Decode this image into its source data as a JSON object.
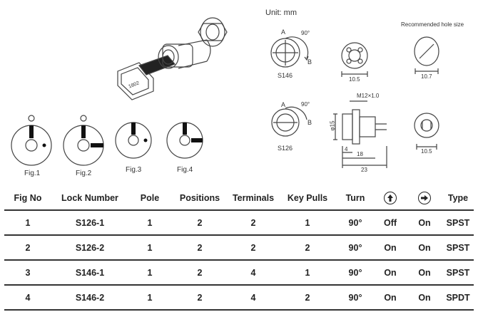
{
  "drawing": {
    "unit_label": "Unit:  mm",
    "recommended_hole_label": "Recommended hole size",
    "models": [
      "S146",
      "S126"
    ],
    "angle": "90°",
    "positions": [
      "A",
      "B"
    ],
    "dims": {
      "d10_5a": "10.5",
      "d10_7": "10.7",
      "thread": "M12×1.0",
      "d15": "φ15",
      "d4": "4",
      "d18": "18",
      "d23": "23",
      "d10_5b": "10.5"
    },
    "key_text": "1802"
  },
  "figures": [
    "Fig.1",
    "Fig.2",
    "Fig.3",
    "Fig.4"
  ],
  "table": {
    "headers": {
      "fig_no": "Fig No",
      "lock_number": "Lock Number",
      "pole": "Pole",
      "positions": "Positions",
      "terminals": "Terminals",
      "key_pulls": "Key Pulls",
      "turn": "Turn",
      "up_icon": "arrow-up-icon",
      "right_icon": "arrow-right-icon",
      "type": "Type"
    },
    "rows": [
      {
        "fig": "1",
        "lock": "S126-1",
        "pole": "1",
        "positions": "2",
        "terminals": "2",
        "key_pulls": "1",
        "turn": "90°",
        "up": "Off",
        "right": "On",
        "type": "SPST"
      },
      {
        "fig": "2",
        "lock": "S126-2",
        "pole": "1",
        "positions": "2",
        "terminals": "2",
        "key_pulls": "2",
        "turn": "90°",
        "up": "On",
        "right": "On",
        "type": "SPST"
      },
      {
        "fig": "3",
        "lock": "S146-1",
        "pole": "1",
        "positions": "2",
        "terminals": "4",
        "key_pulls": "1",
        "turn": "90°",
        "up": "On",
        "right": "On",
        "type": "SPST"
      },
      {
        "fig": "4",
        "lock": "S146-2",
        "pole": "1",
        "positions": "2",
        "terminals": "4",
        "key_pulls": "2",
        "turn": "90°",
        "up": "On",
        "right": "On",
        "type": "SPDT"
      }
    ]
  }
}
